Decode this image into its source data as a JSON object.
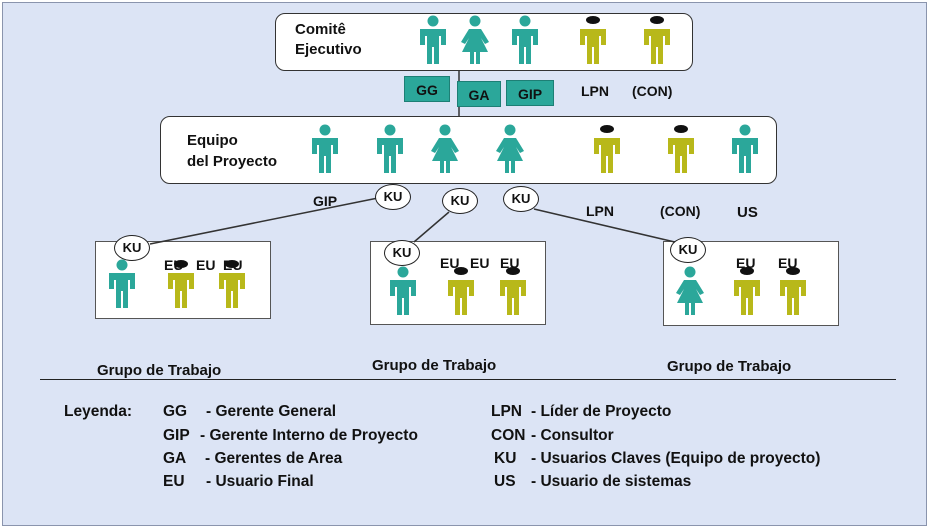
{
  "committee": {
    "title_line1": "Comitê",
    "title_line2": "Ejecutivo"
  },
  "committee_tags": [
    {
      "label": "GG"
    },
    {
      "label": "GA"
    },
    {
      "label": "GIP"
    }
  ],
  "committee_extra": {
    "lpn": "LPN",
    "con": "(CON)"
  },
  "project_team": {
    "title_line1": "Equipo",
    "title_line2": "del Proyecto"
  },
  "branch_labels": {
    "gip": "GIP",
    "lpn": "LPN",
    "con": "(CON)",
    "us": "US"
  },
  "ku_label": "KU",
  "eu_label": "EU",
  "groups": [
    {
      "caption": "Grupo de Trabajo"
    },
    {
      "caption": "Grupo de Trabajo"
    },
    {
      "caption": "Grupo de Trabajo"
    }
  ],
  "legend": {
    "title": "Leyenda:",
    "left": [
      {
        "code": "GG",
        "desc": "- Gerente General"
      },
      {
        "code": "GIP",
        "desc": "- Gerente Interno de Proyecto"
      },
      {
        "code": "GA",
        "desc": "- Gerentes de Area"
      },
      {
        "code": "EU",
        "desc": "- Usuario Final"
      }
    ],
    "right": [
      {
        "code": "LPN",
        "desc": "- Líder de Proyecto"
      },
      {
        "code": "CON",
        "desc": "- Consultor"
      },
      {
        "code": "KU",
        "desc": "- Usuarios Claves (Equipo de proyecto)"
      },
      {
        "code": "US",
        "desc": "- Usuario de sistemas"
      }
    ]
  },
  "colors": {
    "teal": "#2ba79a",
    "olive": "#b8b81a",
    "head_black": "#111111",
    "background": "#dce4f5"
  }
}
